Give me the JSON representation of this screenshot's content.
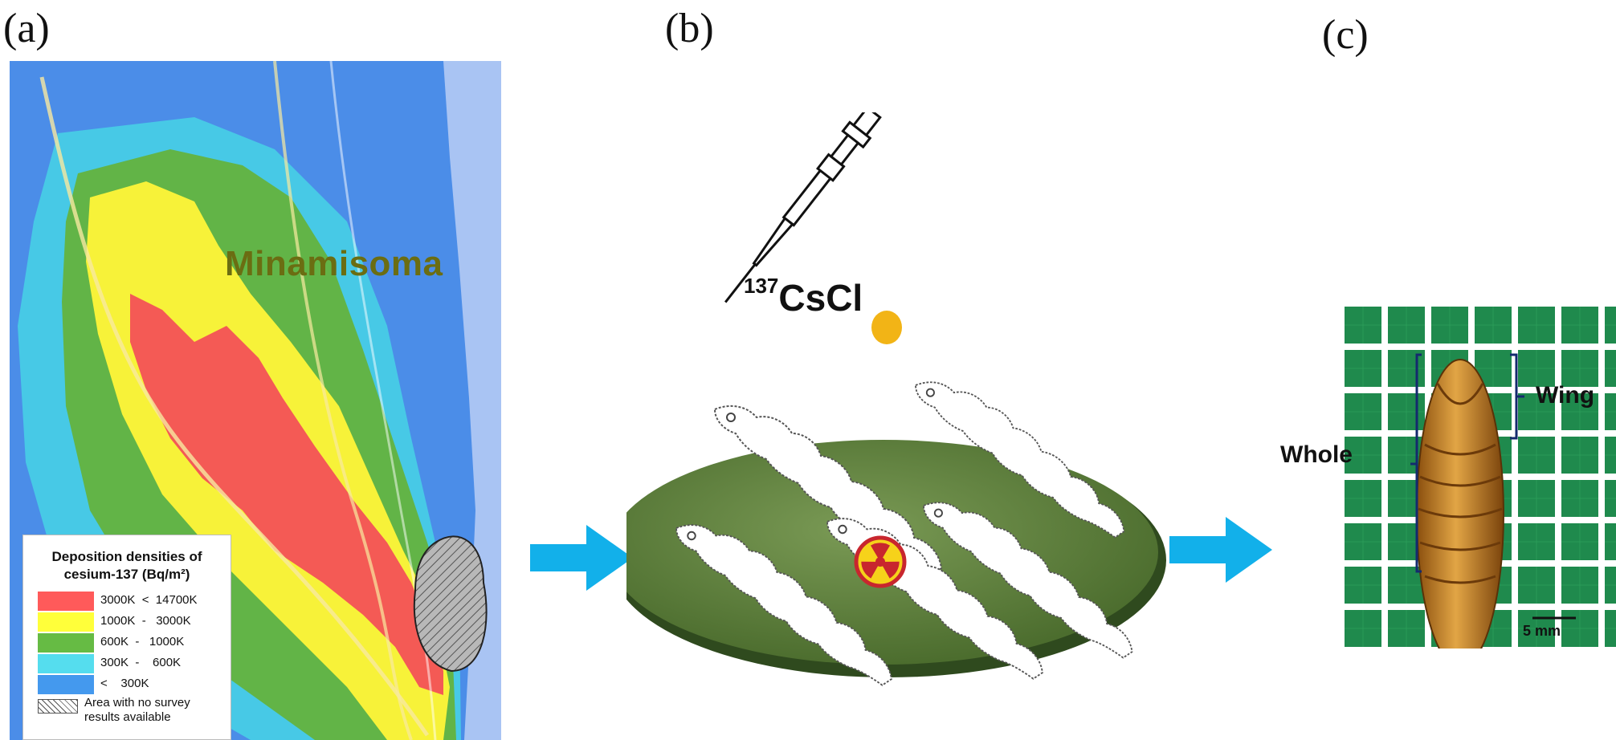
{
  "panels": {
    "a": "(a)",
    "b": "(b)",
    "c": "(c)"
  },
  "map": {
    "city_label": "Minamisoma",
    "legend": {
      "title_line1": "Deposition densities of",
      "title_line2": "cesium-137 (Bq/m²)",
      "rows": [
        {
          "range": "3000K  <  14700K",
          "color": "#ff5a5a"
        },
        {
          "range": "1000K  -   3000K",
          "color": "#ffff3a"
        },
        {
          "range": "600K  -   1000K",
          "color": "#66bb44"
        },
        {
          "range": "300K  -    600K",
          "color": "#55ddee"
        },
        {
          "range": "<    300K",
          "color": "#4499ee"
        }
      ],
      "no_data_text": "Area with no survey results available"
    }
  },
  "diagram": {
    "compound_mass": "137",
    "compound_name": "CsCl",
    "plate_color": "#5e7f3d",
    "droplet_color": "#f2b416",
    "arrow_color": "#12b0ea"
  },
  "photo": {
    "wing_label": "Wing",
    "whole_label": "Whole",
    "scale_label": "5 mm"
  }
}
